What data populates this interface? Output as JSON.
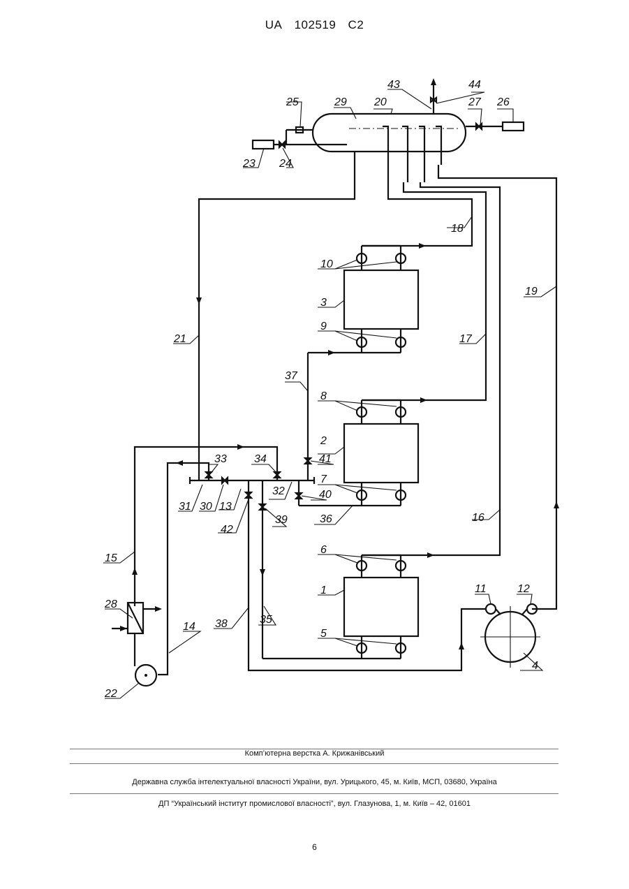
{
  "header": {
    "country": "UA",
    "number": "102519",
    "kind": "C2"
  },
  "figure_labels": {
    "l1": "1",
    "l2": "2",
    "l3": "3",
    "l4": "4",
    "l5": "5",
    "l6": "6",
    "l7": "7",
    "l8": "8",
    "l9": "9",
    "l10": "10",
    "l11": "11",
    "l12": "12",
    "l13": "13",
    "l14": "14",
    "l15": "15",
    "l16": "16",
    "l17": "17",
    "l18": "18",
    "l19": "19",
    "l20": "20",
    "l21": "21",
    "l22": "22",
    "l23": "23",
    "l24": "24",
    "l25": "25",
    "l26": "26",
    "l27": "27",
    "l28": "28",
    "l29": "29",
    "l30": "30",
    "l31": "31",
    "l32": "32",
    "l33": "33",
    "l34": "34",
    "l35": "35",
    "l36": "36",
    "l37": "37",
    "l38": "38",
    "l39": "39",
    "l40": "40",
    "l41": "41",
    "l42": "42",
    "l43": "43",
    "l44": "44"
  },
  "footer": {
    "layout_credit": "Комп’ютерна верстка А. Крижанівський",
    "agency": "Державна служба інтелектуальної власності України, вул. Урицького, 45, м. Київ, МСП, 03680, Україна",
    "institute": "ДП “Український інститут промислової власності”, вул. Глазунова, 1, м. Київ – 42, 01601"
  },
  "page_number": "6"
}
